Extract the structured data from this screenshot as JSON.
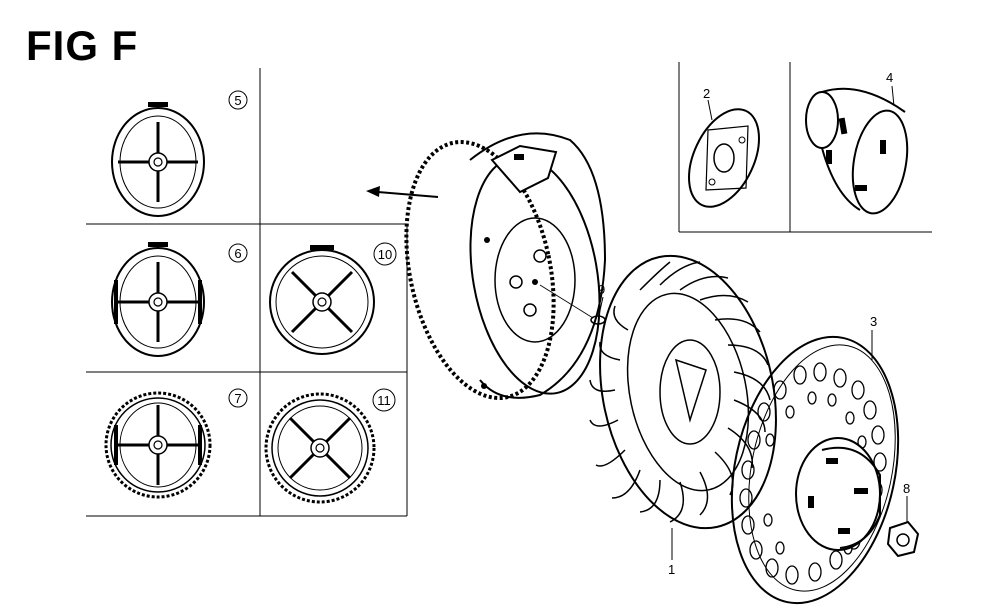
{
  "title": "FIG F",
  "colors": {
    "ink": "#000000",
    "background": "#ffffff"
  },
  "parts": {
    "p1": "1",
    "p2": "2",
    "p3": "3",
    "p4": "4",
    "p5": "5",
    "p6": "6",
    "p7": "7",
    "p8": "8",
    "p9": "9",
    "p10": "10",
    "p11": "11"
  }
}
